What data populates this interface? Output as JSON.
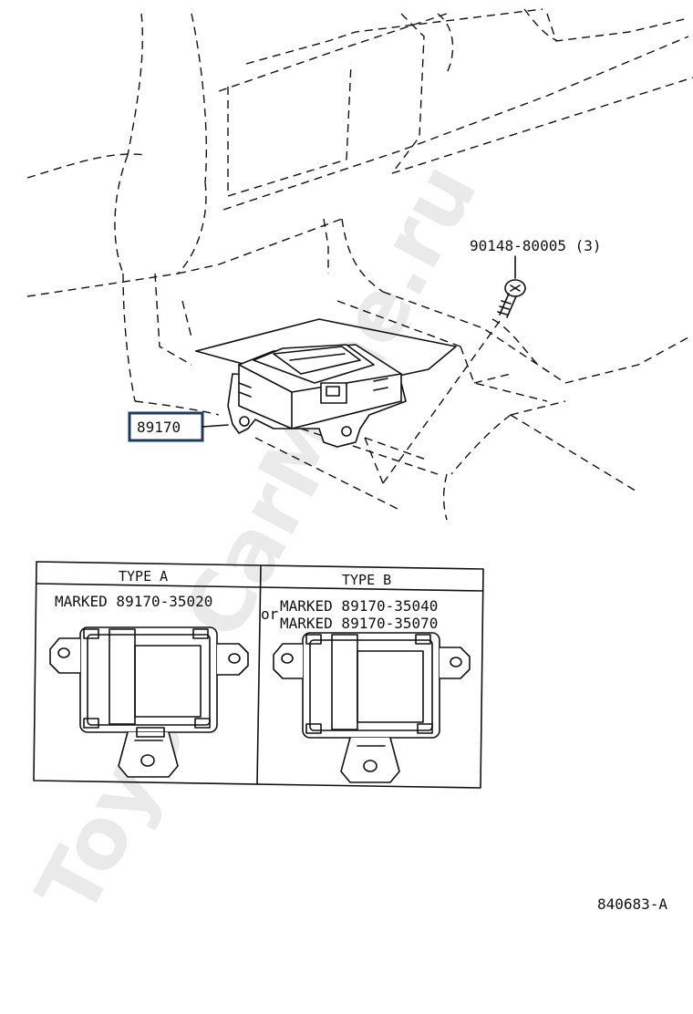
{
  "parts": {
    "bolt_label": "90148-80005 (3)",
    "module_label": "89170"
  },
  "types_table": {
    "type_a": {
      "header": "TYPE A",
      "marked": "MARKED 89170-35020"
    },
    "type_b": {
      "header": "TYPE B",
      "or_word": "or",
      "marked_1": "MARKED 89170-35040",
      "marked_2": "MARKED 89170-35070"
    }
  },
  "figure_code": "840683-A",
  "watermark": "ToyotaCarMine.ru",
  "colors": {
    "line": "#111111",
    "highlight_border": "#1e3a5f",
    "watermark": "#d9d9d9"
  }
}
